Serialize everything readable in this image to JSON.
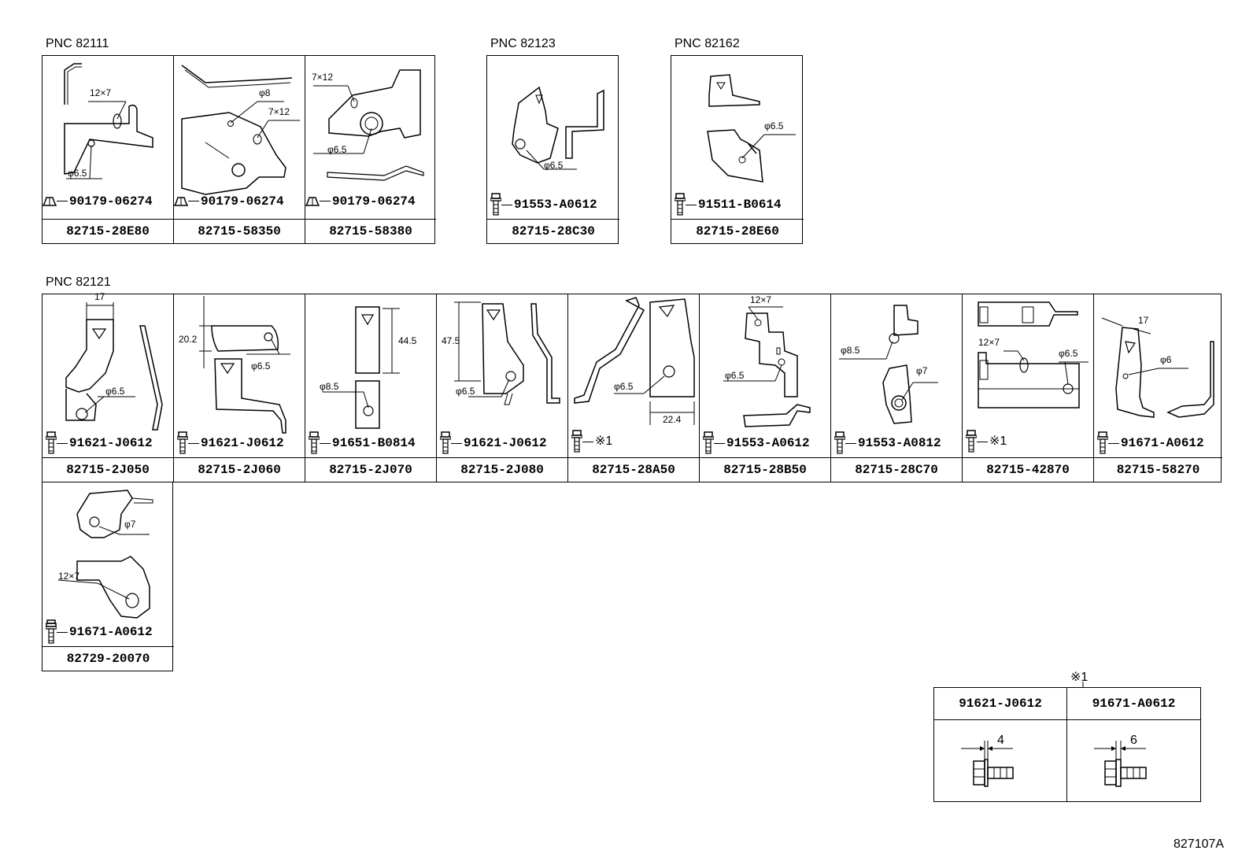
{
  "groups": [
    {
      "pnc": "PNC 82111",
      "cells": [
        {
          "fastener": "90179-06274",
          "part": "82715-28E80",
          "dims": [
            "12×7",
            "φ6.5"
          ]
        },
        {
          "fastener": "90179-06274",
          "part": "82715-58350",
          "dims": [
            "φ8",
            "7×12"
          ]
        },
        {
          "fastener": "90179-06274",
          "part": "82715-58380",
          "dims": [
            "7×12",
            "φ6.5"
          ]
        }
      ]
    },
    {
      "pnc": "PNC 82123",
      "cells": [
        {
          "fastener": "91553-A0612",
          "part": "82715-28C30",
          "dims": [
            "φ6.5"
          ]
        }
      ]
    },
    {
      "pnc": "PNC 82162",
      "cells": [
        {
          "fastener": "91511-B0614",
          "part": "82715-28E60",
          "dims": [
            "φ6.5"
          ]
        }
      ]
    },
    {
      "pnc": "PNC 82121",
      "cells": [
        {
          "fastener": "91621-J0612",
          "part": "82715-2J050",
          "dims": [
            "17",
            "φ6.5"
          ]
        },
        {
          "fastener": "91621-J0612",
          "part": "82715-2J060",
          "dims": [
            "20.2",
            "φ6.5"
          ]
        },
        {
          "fastener": "91651-B0814",
          "part": "82715-2J070",
          "dims": [
            "44.5",
            "φ8.5"
          ]
        },
        {
          "fastener": "91621-J0612",
          "part": "82715-2J080",
          "dims": [
            "47.5",
            "φ6.5"
          ]
        },
        {
          "fastener": "※1",
          "part": "82715-28A50",
          "dims": [
            "φ6.5",
            "22.4"
          ]
        },
        {
          "fastener": "91553-A0612",
          "part": "82715-28B50",
          "dims": [
            "12×7",
            "φ6.5"
          ]
        },
        {
          "fastener": "91553-A0812",
          "part": "82715-28C70",
          "dims": [
            "φ8.5",
            "φ7"
          ]
        },
        {
          "fastener": "※1",
          "part": "82715-42870",
          "dims": [
            "12×7",
            "φ6.5"
          ]
        },
        {
          "fastener": "91671-A0612",
          "part": "82715-58270",
          "dims": [
            "17",
            "φ6"
          ]
        }
      ],
      "second_row": [
        {
          "fastener": "91671-A0612",
          "part": "82729-20070",
          "dims": [
            "φ7",
            "12×7"
          ]
        }
      ]
    }
  ],
  "legend": {
    "mark": "※1",
    "columns": [
      {
        "part": "91621-J0612",
        "dim": "4"
      },
      {
        "part": "91671-A0612",
        "dim": "6"
      }
    ]
  },
  "ref_code": "827107A"
}
